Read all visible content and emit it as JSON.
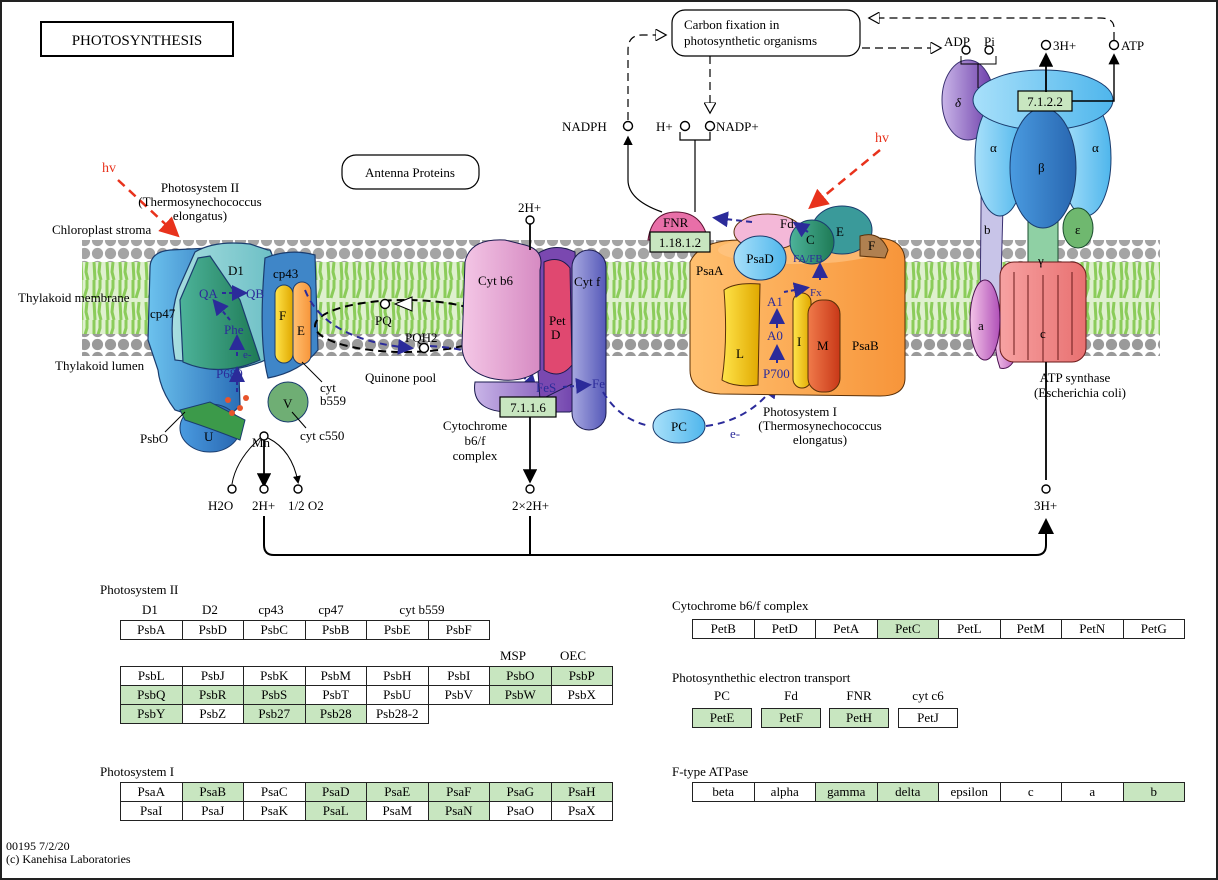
{
  "title": "PHOTOSYNTHESIS",
  "map_id": "00195 7/2/20",
  "copyright": "(c) Kanehisa Laboratories",
  "colors": {
    "highlight_green": "#c8e6c0",
    "electron_flow": "#2b2b9a",
    "light": "#e8321c",
    "membrane_lipid_head": "#9a9a9a",
    "membrane_tail": "#8bcc5a"
  },
  "diagram": {
    "compartments": {
      "stroma": "Chloroplast stroma",
      "membrane": "Thylakoid membrane",
      "lumen": "Thylakoid lumen"
    },
    "light_labels": [
      "hv",
      "hv"
    ],
    "pathway_links": {
      "antenna": "Antenna Proteins",
      "carbon_fixation_line1": "Carbon fixation in",
      "carbon_fixation_line2": "photosynthetic organisms"
    },
    "psii": {
      "title1": "Photosystem II",
      "title2": "(Thermosynechococcus",
      "title3": "elongatus)",
      "subunits": [
        "cp47",
        "D1",
        "cp43",
        "F",
        "E",
        "V",
        "U",
        "PsbO"
      ],
      "cofactors": [
        "QA",
        "QB",
        "Phe",
        "e-",
        "P680",
        "Mn"
      ],
      "cyt_b559_1": "cyt",
      "cyt_b559_2": "b559",
      "cyt_c550": "cyt c550",
      "products": [
        "H2O",
        "2H+",
        "1/2 O2"
      ]
    },
    "quinone": {
      "pq": "PQ",
      "pqh2": "PQH2",
      "pool": "Quinone pool"
    },
    "cytb6f": {
      "subunits": [
        "Cyt b6",
        "Pet",
        "D",
        "Cyt f"
      ],
      "cofactors": [
        "FeS",
        "Fe"
      ],
      "ec": "7.1.1.6",
      "title1": "Cytochrome",
      "title2": "b6/f",
      "title3": "complex",
      "h_in": "2H+",
      "h_out": "2×2H+"
    },
    "pc": {
      "label": "PC",
      "e": "e-"
    },
    "psi": {
      "title1": "Photosystem I",
      "title2": "(Thermosynechococcus",
      "title3": "elongatus)",
      "subunits": [
        "PsaA",
        "PsaD",
        "Fd",
        "C",
        "E",
        "F",
        "L",
        "I",
        "M",
        "PsaB"
      ],
      "cofactors": [
        "FA/FB",
        "Fx",
        "A1",
        "A0",
        "P700"
      ]
    },
    "fnr": {
      "label": "FNR",
      "ec": "1.18.1.2"
    },
    "nadp": {
      "nadph": "NADPH",
      "h": "H+",
      "nadp": "NADP+"
    },
    "atp_synthase": {
      "ec": "7.1.2.2",
      "subunits": [
        "δ",
        "α",
        "β",
        "α",
        "b",
        "ε",
        "γ",
        "a",
        "c"
      ],
      "title1": "ATP synthase",
      "title2": "(Escherichia coli)",
      "adp": "ADP",
      "pi": "Pi",
      "h_out": "3H+",
      "atp": "ATP",
      "h_in": "3H+"
    }
  },
  "gene_tables": {
    "psii": {
      "title": "Photosystem II",
      "row1_headers": [
        "D1",
        "D2",
        "cp43",
        "cp47",
        "cyt b559"
      ],
      "row1": [
        {
          "name": "PsbA",
          "found": false
        },
        {
          "name": "PsbD",
          "found": false
        },
        {
          "name": "PsbC",
          "found": false
        },
        {
          "name": "PsbB",
          "found": false
        },
        {
          "name": "PsbE",
          "found": false
        },
        {
          "name": "PsbF",
          "found": false
        }
      ],
      "block_headers": [
        "MSP",
        "OEC"
      ],
      "block": [
        [
          {
            "name": "PsbL",
            "found": false
          },
          {
            "name": "PsbJ",
            "found": false
          },
          {
            "name": "PsbK",
            "found": false
          },
          {
            "name": "PsbM",
            "found": false
          },
          {
            "name": "PsbH",
            "found": false
          },
          {
            "name": "PsbI",
            "found": false
          },
          {
            "name": "PsbO",
            "found": true
          },
          {
            "name": "PsbP",
            "found": true
          }
        ],
        [
          {
            "name": "PsbQ",
            "found": true
          },
          {
            "name": "PsbR",
            "found": true
          },
          {
            "name": "PsbS",
            "found": true
          },
          {
            "name": "PsbT",
            "found": false
          },
          {
            "name": "PsbU",
            "found": false
          },
          {
            "name": "PsbV",
            "found": false
          },
          {
            "name": "PsbW",
            "found": true
          },
          {
            "name": "PsbX",
            "found": false
          }
        ],
        [
          {
            "name": "PsbY",
            "found": true
          },
          {
            "name": "PsbZ",
            "found": false
          },
          {
            "name": "Psb27",
            "found": true
          },
          {
            "name": "Psb28",
            "found": true
          },
          {
            "name": "Psb28-2",
            "found": false
          }
        ]
      ]
    },
    "psi": {
      "title": "Photosystem I",
      "rows": [
        [
          {
            "name": "PsaA",
            "found": false
          },
          {
            "name": "PsaB",
            "found": true
          },
          {
            "name": "PsaC",
            "found": false
          },
          {
            "name": "PsaD",
            "found": true
          },
          {
            "name": "PsaE",
            "found": true
          },
          {
            "name": "PsaF",
            "found": true
          },
          {
            "name": "PsaG",
            "found": true
          },
          {
            "name": "PsaH",
            "found": true
          }
        ],
        [
          {
            "name": "PsaI",
            "found": false
          },
          {
            "name": "PsaJ",
            "found": false
          },
          {
            "name": "PsaK",
            "found": false
          },
          {
            "name": "PsaL",
            "found": true
          },
          {
            "name": "PsaM",
            "found": false
          },
          {
            "name": "PsaN",
            "found": true
          },
          {
            "name": "PsaO",
            "found": false
          },
          {
            "name": "PsaX",
            "found": false
          }
        ]
      ]
    },
    "cytb6f": {
      "title": "Cytochrome b6/f complex",
      "row": [
        {
          "name": "PetB",
          "found": false
        },
        {
          "name": "PetD",
          "found": false
        },
        {
          "name": "PetA",
          "found": false
        },
        {
          "name": "PetC",
          "found": true
        },
        {
          "name": "PetL",
          "found": false
        },
        {
          "name": "PetM",
          "found": false
        },
        {
          "name": "PetN",
          "found": false
        },
        {
          "name": "PetG",
          "found": false
        }
      ]
    },
    "pet": {
      "title": "Photosynthethic electron transport",
      "headers": [
        "PC",
        "Fd",
        "FNR",
        "cyt c6"
      ],
      "row": [
        {
          "name": "PetE",
          "found": true
        },
        {
          "name": "PetF",
          "found": true
        },
        {
          "name": "PetH",
          "found": true
        },
        {
          "name": "PetJ",
          "found": false
        }
      ]
    },
    "atpase": {
      "title": "F-type ATPase",
      "row": [
        {
          "name": "beta",
          "found": false
        },
        {
          "name": "alpha",
          "found": false
        },
        {
          "name": "gamma",
          "found": true
        },
        {
          "name": "delta",
          "found": true
        },
        {
          "name": "epsilon",
          "found": false
        },
        {
          "name": "c",
          "found": false
        },
        {
          "name": "a",
          "found": false
        },
        {
          "name": "b",
          "found": true
        }
      ]
    }
  }
}
